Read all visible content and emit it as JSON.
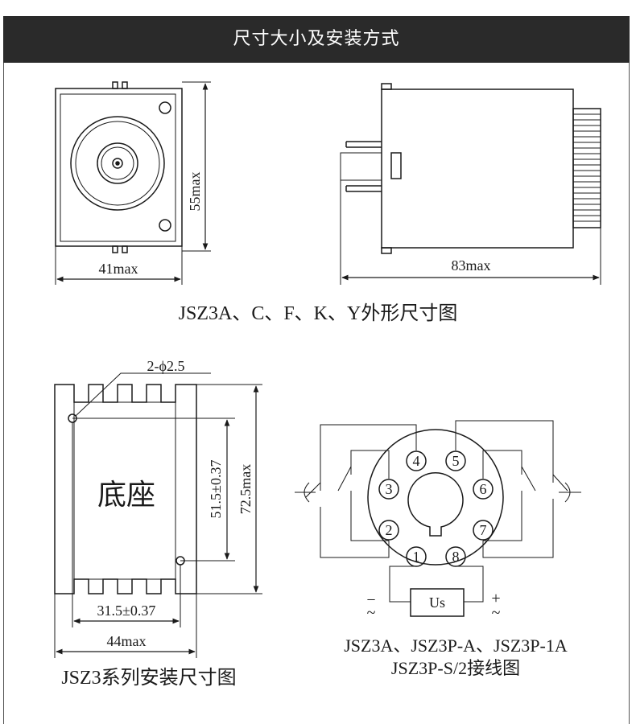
{
  "header": {
    "title": "尺寸大小及安装方式"
  },
  "colors": {
    "header_bg": "#2a2a2a",
    "header_text": "#ffffff",
    "line": "#1a1a1a"
  },
  "front_view": {
    "height_dim": "55max",
    "width_dim": "41max"
  },
  "side_view": {
    "length_dim": "83max"
  },
  "caption_outline": "JSZ3A、C、F、K、Y外形尺寸图",
  "socket": {
    "hole_label": "2-ϕ2.5",
    "name": "底座",
    "inner_height_dim": "51.5±0.37",
    "outer_height_dim": "72.5max",
    "inner_width_dim": "31.5±0.37",
    "outer_width_dim": "44max",
    "caption": "JSZ3系列安装尺寸图"
  },
  "wiring": {
    "pins": [
      "1",
      "2",
      "3",
      "4",
      "5",
      "6",
      "7",
      "8"
    ],
    "supply_label": "Us",
    "minus_label": "−",
    "plus_label": "+",
    "ac_left": "~",
    "ac_right": "~",
    "caption_line1": "JSZ3A、JSZ3P-A、JSZ3P-1A",
    "caption_line2": "JSZ3P-S/2接线图"
  }
}
